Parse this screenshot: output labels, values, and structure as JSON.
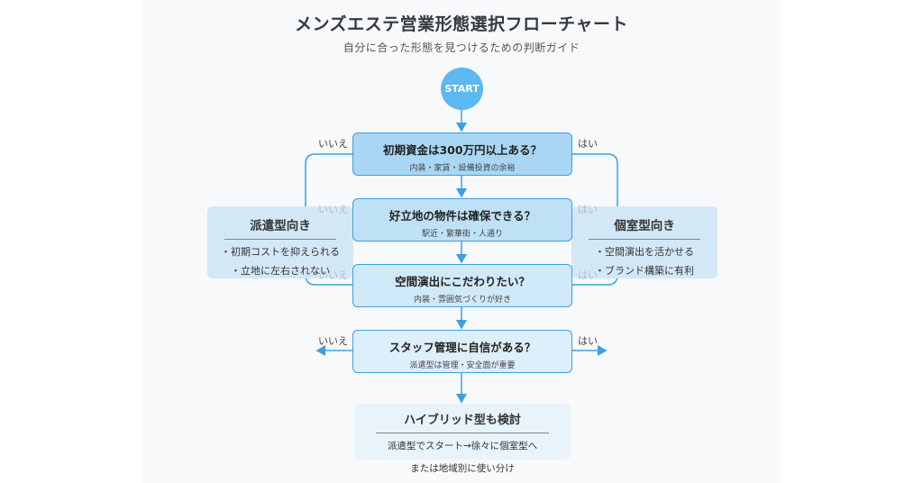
{
  "title": "メンズエステ営業形態選択フローチャート",
  "subtitle": "自分に合った形態を見つけるための判断ガイド",
  "start_label": "START",
  "questions": [
    {
      "q": "初期資金は300万円以上ある？",
      "sub": "内装・家賃・設備投資の余裕"
    },
    {
      "q": "好立地の物件は確保できる？",
      "sub": "駅近・繁華街・人通り"
    },
    {
      "q": "空間演出にこだわりたい？",
      "sub": "内装・雰囲気づくりが好き"
    },
    {
      "q": "スタッフ管理に自信がある？",
      "sub": "派遣型は管理・安全面が重要"
    }
  ],
  "labels": {
    "no": "いいえ",
    "yes": "はい"
  },
  "left_result": {
    "title": "派遣型向き",
    "items": [
      "・初期コストを抑えられる",
      "・立地に左右されない"
    ]
  },
  "right_result": {
    "title": "個室型向き",
    "items": [
      "・空間演出を活かせる",
      "・ブランド構築に有利"
    ]
  },
  "final": {
    "title": "ハイブリッド型も検討",
    "lines": [
      "派遣型でスタート→徐々に個室型へ",
      "または地域別に使い分け"
    ]
  },
  "colors": {
    "line": "#3d9fe0",
    "start": "#5bb8f0",
    "q1": "#a9d7f3",
    "q2": "#bfe1f6",
    "q3": "#d0e9f8",
    "q4": "#ddeffa",
    "side": "#d3e8f7",
    "final": "#e9f3fb"
  }
}
